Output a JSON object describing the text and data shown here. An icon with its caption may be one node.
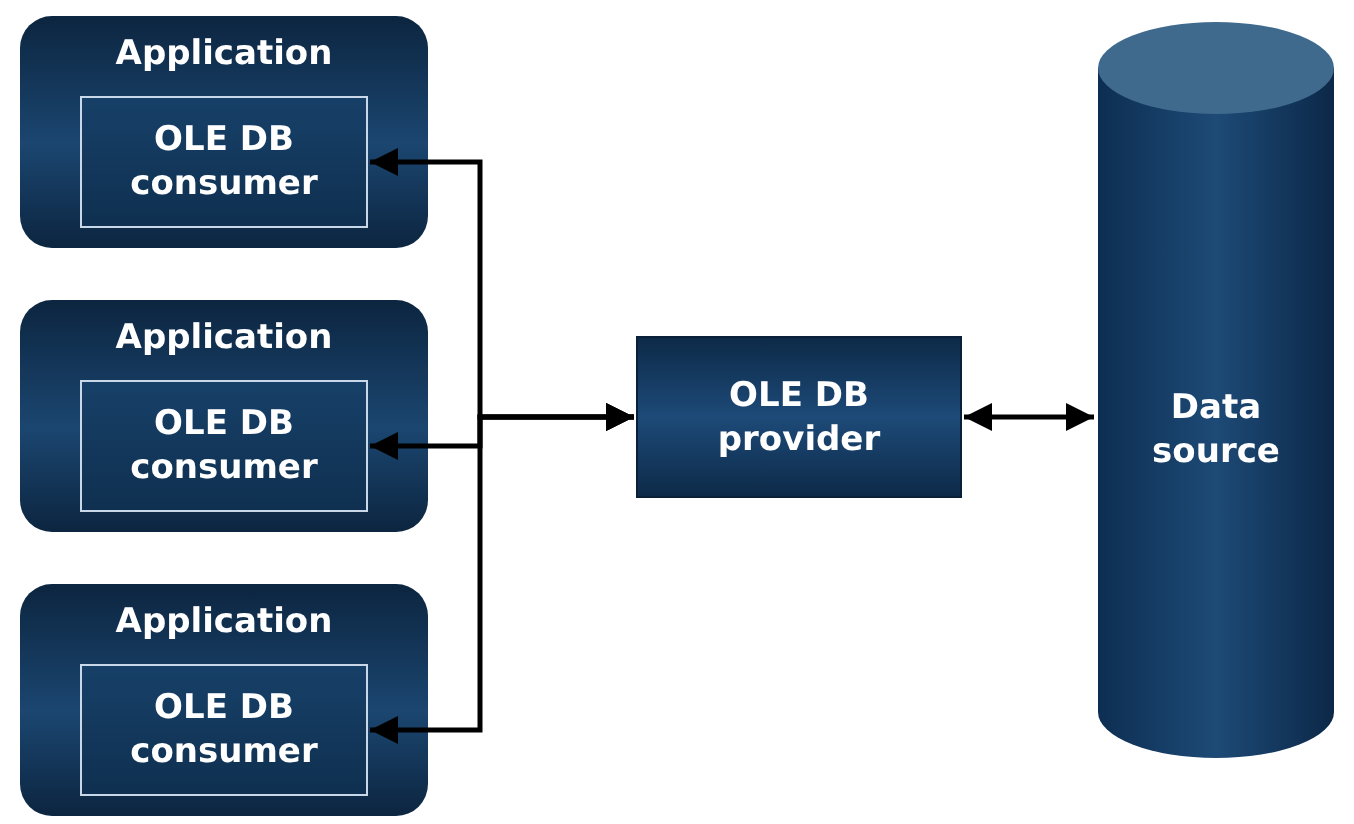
{
  "diagram": {
    "nodes": [
      {
        "text": [
          "Application"
        ]
      },
      {
        "text": [
          "OLE DB consumer"
        ],
        "in": 0
      },
      {
        "text": [
          "Application"
        ]
      },
      {
        "text": [
          "OLE DB consumer"
        ],
        "in": 2
      },
      {
        "text": [
          "Application"
        ]
      },
      {
        "text": [
          "OLE DB consumer"
        ],
        "in": 4
      },
      {
        "text": [
          "OLE DB provider"
        ]
      },
      {
        "text": [
          "Data source"
        ]
      }
    ],
    "edges": [
      {
        "from": 6,
        "to": 1,
        "arrow": "both"
      },
      {
        "from": 6,
        "to": 3,
        "arrow": "both"
      },
      {
        "from": 6,
        "to": 5,
        "arrow": "both"
      },
      {
        "from": 6,
        "to": 7,
        "arrow": "both"
      }
    ]
  }
}
